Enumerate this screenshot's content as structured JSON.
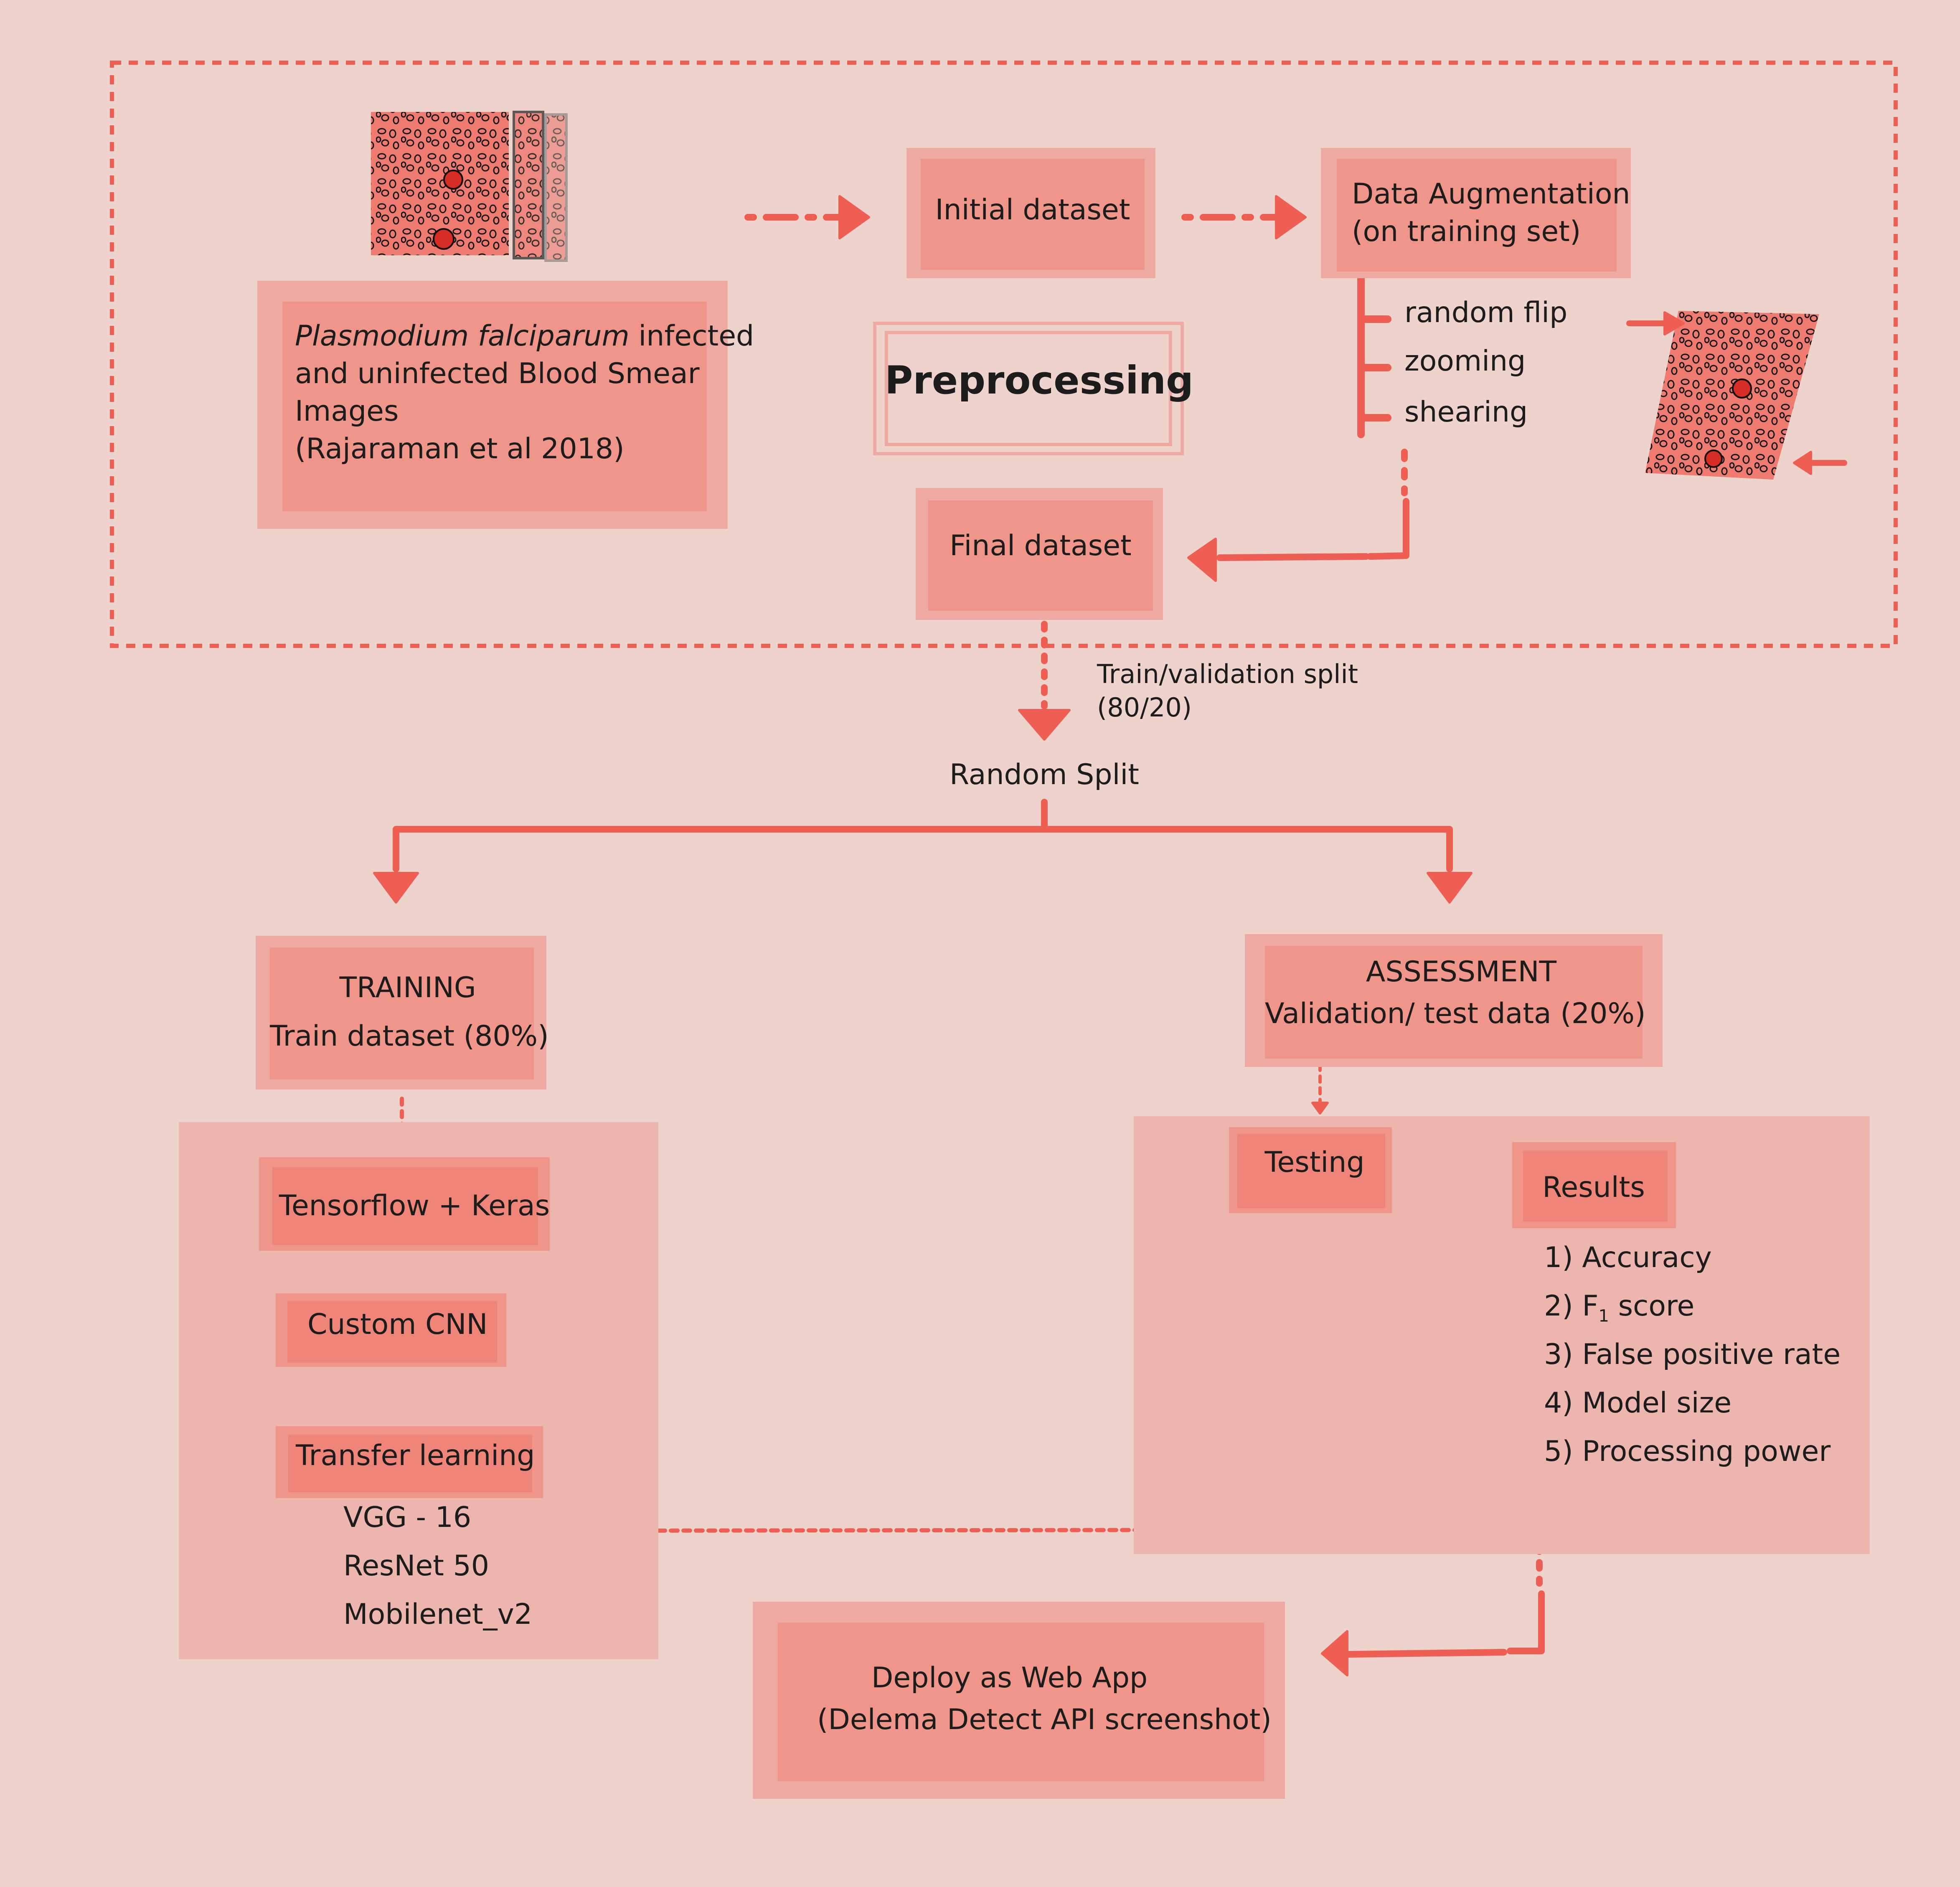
{
  "source_images": {
    "label_italic": "Plasmodium falciparum",
    "label_rest": " infected",
    "line2": "and uninfected Blood Smear",
    "line3": "Images",
    "line4": "(Rajaraman et al 2018)"
  },
  "preprocessing": {
    "title": "Preprocessing",
    "initial_dataset": "Initial dataset",
    "augmentation_line1": "Data Augmentation",
    "augmentation_line2": "(on training set)",
    "augmentations": [
      "random flip",
      "zooming",
      "shearing"
    ],
    "final_dataset": "Final dataset"
  },
  "split": {
    "note_line1": "Train/validation split",
    "note_line2": "(80/20)",
    "label": "Random Split"
  },
  "training": {
    "title": "TRAINING",
    "subtitle": "Train dataset (80%)",
    "framework": "Tensorflow + Keras",
    "custom_cnn": "Custom CNN",
    "transfer_learning": "Transfer learning",
    "models": [
      "VGG - 16",
      "ResNet 50",
      "Mobilenet_v2"
    ]
  },
  "assessment": {
    "title": "ASSESSMENT",
    "subtitle": "Validation/ test data (20%)",
    "testing": "Testing",
    "results": "Results",
    "metrics": [
      "1) Accuracy",
      "2) F",
      "3) False positive rate",
      "4) Model size",
      "5) Processing power"
    ],
    "f1_subscript": "1",
    "f1_suffix": " score"
  },
  "deploy": {
    "line1": "Deploy as Web App",
    "line2": "(Delema Detect API screenshot)"
  },
  "colors": {
    "background": "#edd3cc",
    "arrow": "#ee5e52",
    "box_outer": "#eeaaa2",
    "box_inner": "#ef958a"
  }
}
